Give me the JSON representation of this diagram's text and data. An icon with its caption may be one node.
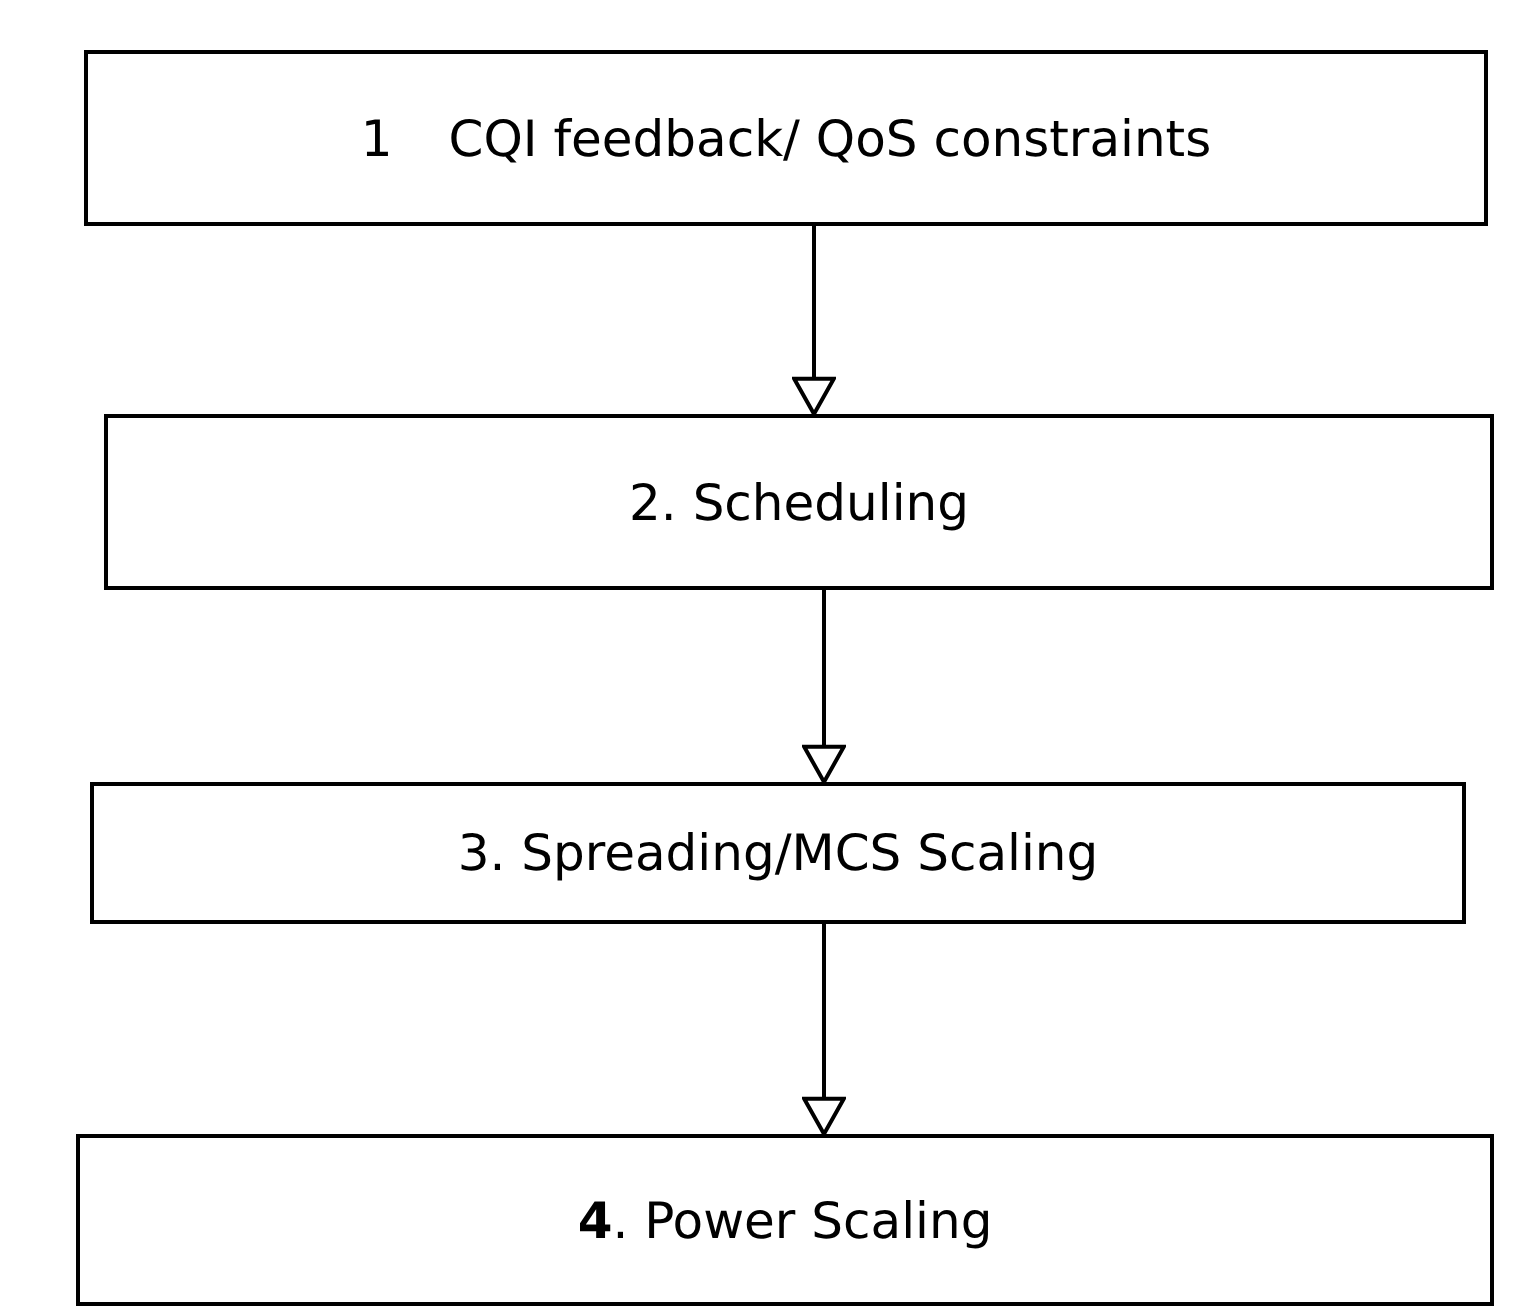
{
  "diagram": {
    "nodes": [
      {
        "text": [
          "1",
          "CQI feedback/ QoS constraints"
        ]
      },
      {
        "text": [
          "2. Scheduling"
        ]
      },
      {
        "text": [
          "3. Spreading/MCS Scaling"
        ]
      },
      {
        "text": [
          "**4**. Power Scaling"
        ]
      }
    ],
    "edges": [
      {
        "from": 0,
        "to": 1,
        "arrow": "to"
      },
      {
        "from": 1,
        "to": 2,
        "arrow": "to"
      },
      {
        "from": 2,
        "to": 3,
        "arrow": "to"
      }
    ]
  }
}
